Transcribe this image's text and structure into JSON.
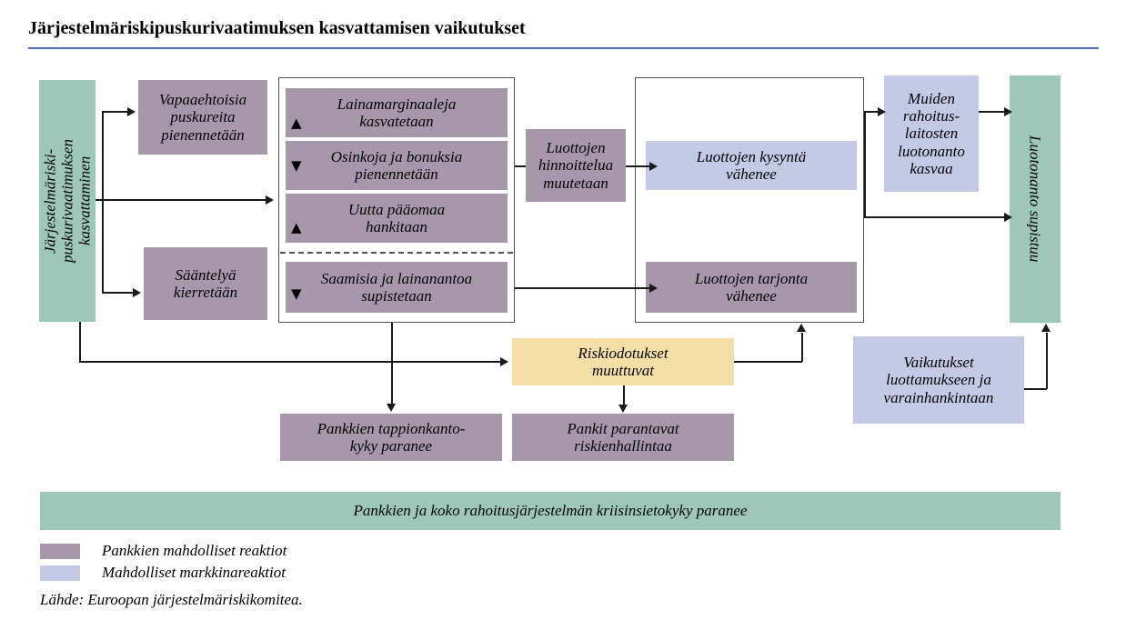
{
  "title": "Järjestelmäriskipuskurivaatimuksen kasvattamisen vaikutukset",
  "colors": {
    "green": "#9dc8b9",
    "purple": "#a697ab",
    "blue": "#c4c9e5",
    "yellow": "#f4dfa6",
    "title_rule": "#4a6fb5",
    "line": "#1a1a1a",
    "frame_border": "#555555"
  },
  "nodes": {
    "policy_input": "Järjestelmäriski-\npuskurivaatimuksen\nkasvattaminen",
    "voluntary_buffers": "Vapaaehtoisia puskureita pienennetään",
    "regulation_arbitrage": "Sääntelyä kierretään",
    "loan_margins": "Lainamarginaaleja kasvatetaan",
    "dividends_bonuses": "Osinkoja ja bonuksia pienennetään",
    "new_capital": "Uutta pääomaa hankitaan",
    "receivables_lending": "Saamisia ja lainanantoa supistetaan",
    "loan_pricing": "Luottojen hinnoittelua muutetaan",
    "credit_demand": "Luottojen kysyntä vähenee",
    "credit_supply": "Luottojen tarjonta vähenee",
    "other_institutions": "Muiden rahoitus-laitosten luotonanto kasvaa",
    "lending_contracts": "Luotonanto supistuu",
    "risk_expectations": "Riskiodotukset muuttuvat",
    "loss_absorption": "Pankkien tappionkanto-kyky paranee",
    "risk_management": "Pankit parantavat riskienhallintaa",
    "confidence_funding": "Vaikutukset luottamukseen ja varainhankintaan",
    "resilience_bar": "Pankkien ja koko rahoitusjärjestelmän kriisinsietokyky paranee"
  },
  "node_lines": {
    "policy_input": [
      "Järjestelmäriski-",
      "puskurivaatimuksen",
      "kasvattaminen"
    ],
    "voluntary_buffers": [
      "Vapaaehtoisia",
      "puskureita",
      "pienennetään"
    ],
    "regulation_arbitrage": [
      "Sääntelyä",
      "kierretään"
    ],
    "loan_margins": [
      "Lainamarginaaleja",
      "kasvatetaan"
    ],
    "dividends_bonuses": [
      "Osinkoja ja bonuksia",
      "pienennetään"
    ],
    "new_capital": [
      "Uutta pääomaa",
      "hankitaan"
    ],
    "receivables_lending": [
      "Saamisia ja lainanantoa",
      "supistetaan"
    ],
    "loan_pricing": [
      "Luottojen",
      "hinnoittelua",
      "muutetaan"
    ],
    "credit_demand": [
      "Luottojen kysyntä",
      "vähenee"
    ],
    "credit_supply": [
      "Luottojen tarjonta",
      "vähenee"
    ],
    "other_institutions": [
      "Muiden",
      "rahoitus-",
      "laitosten",
      "luotonanto",
      "kasvaa"
    ],
    "risk_expectations": [
      "Riskiodotukset",
      "muuttuvat"
    ],
    "loss_absorption": [
      "Pankkien tappionkanto-",
      "kyky paranee"
    ],
    "risk_management": [
      "Pankit parantavat",
      "riskienhallintaa"
    ],
    "confidence_funding": [
      "Vaikutukset",
      "luottamukseen ja",
      "varainhankintaan"
    ]
  },
  "markers": {
    "loan_margins": "▲",
    "dividends_bonuses": "▼",
    "new_capital": "▲",
    "receivables_lending": "▼"
  },
  "legend": [
    {
      "color": "#a697ab",
      "label": "Pankkien mahdolliset reaktiot"
    },
    {
      "color": "#c4c9e5",
      "label": "Mahdolliset markkinareaktiot"
    }
  ],
  "source": "Lähde: Euroopan järjestelmäriskikomitea."
}
